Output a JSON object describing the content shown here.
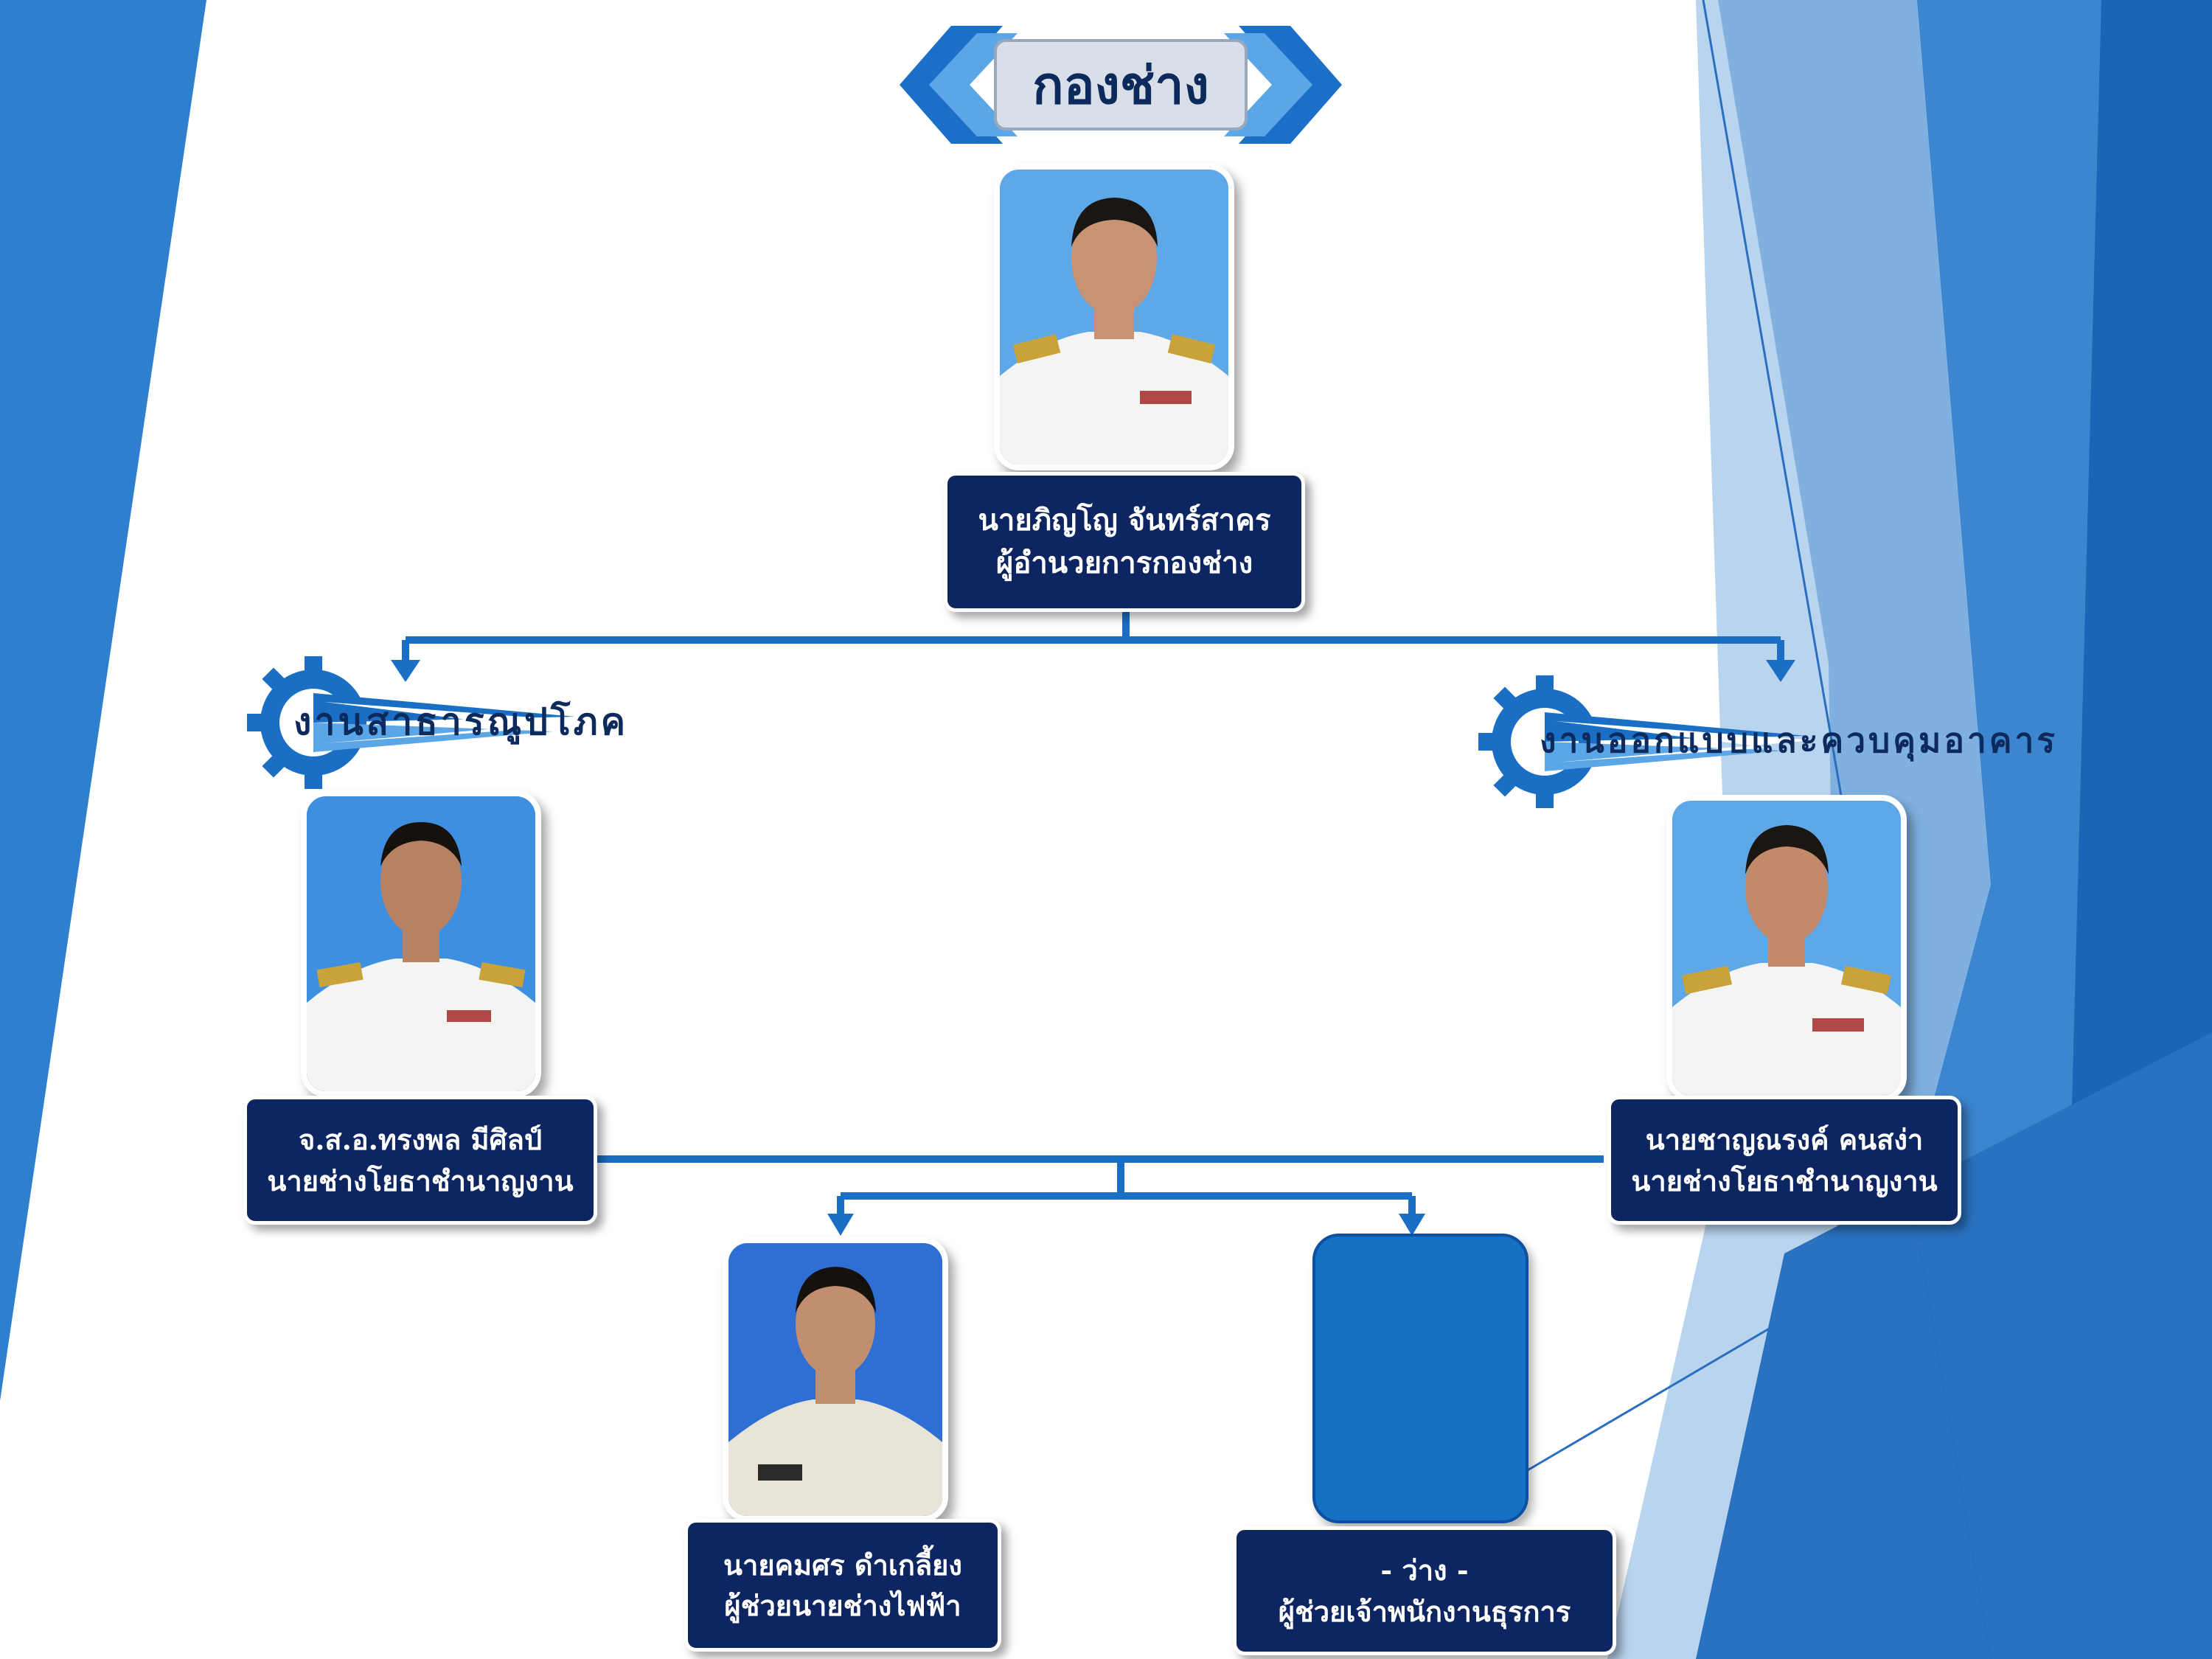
{
  "title": "กองช่าง",
  "director": {
    "name": "นายภิญโญ  จันทร์สาคร",
    "position": "ผู้อำนวยการกองช่าง"
  },
  "sections": [
    {
      "title": "งานสาธารณูปโภค",
      "head": {
        "name": "จ.ส.อ.ทรงพล  มีศิลป์",
        "position": "นายช่างโยธาชำนาญงาน"
      }
    },
    {
      "title": "งานออกแบบและควบคุมอาคาร",
      "head": {
        "name": "นายชาญณรงค์  คนสง่า",
        "position": "นายช่างโยธาชำนาญงาน"
      }
    }
  ],
  "staff": [
    {
      "name": "นายคมศร  ดำเกลี้ยง",
      "position": "ผู้ช่วยนายช่างไฟฟ้า"
    },
    {
      "name": "- ว่าง -",
      "position": "ผู้ช่วยเจ้าพนักงานธุรการ"
    }
  ],
  "colors": {
    "accent_blue": "#1670c4",
    "navy": "#0d2560",
    "side_blue": "#2e7fd0"
  }
}
